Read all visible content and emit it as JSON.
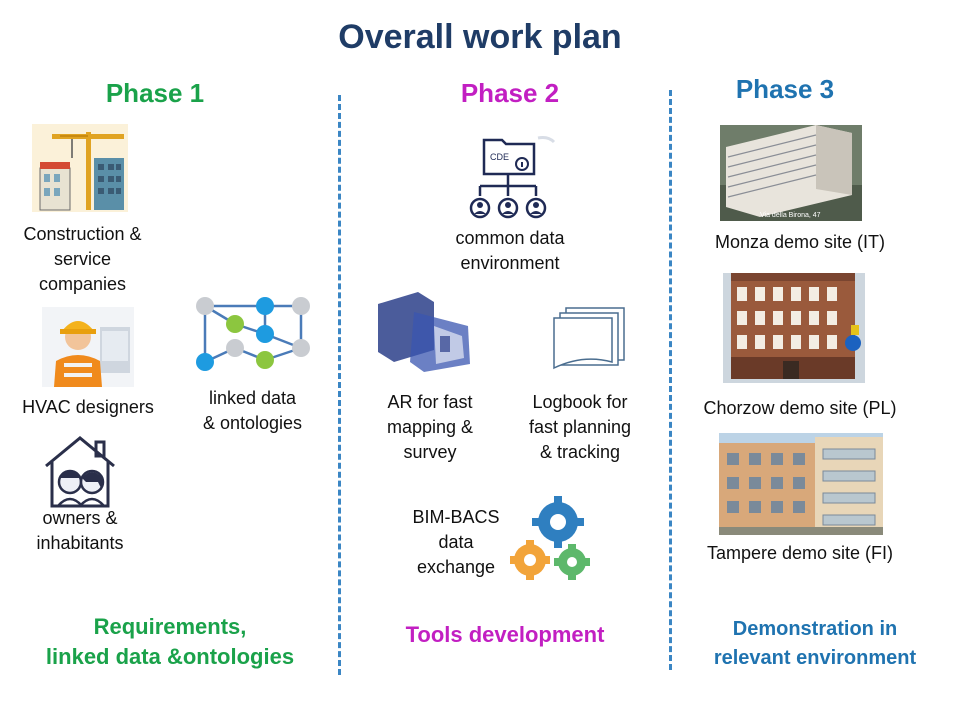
{
  "title": "Overall work plan",
  "colors": {
    "title": "#1f3c66",
    "phase1": "#1aa24a",
    "phase2": "#c21fc2",
    "phase3": "#1f73b0",
    "divider": "#3b86c4"
  },
  "phase1": {
    "heading": "Phase 1",
    "stakeholders": [
      {
        "label_lines": [
          "Construction  &",
          "service",
          "companies"
        ],
        "icon": "construction-crane-icon"
      },
      {
        "label_lines": [
          "HVAC  designers"
        ],
        "icon": "hvac-worker-icon"
      },
      {
        "label_lines": [
          "owners &",
          "inhabitants"
        ],
        "icon": "family-house-icon"
      }
    ],
    "linked": {
      "label_lines": [
        "linked data",
        "& ontologies"
      ],
      "icon": "linked-data-graph-icon"
    },
    "footer_lines": [
      "Requirements,",
      "linked data &ontologies"
    ]
  },
  "phase2": {
    "heading": "Phase 2",
    "cde": {
      "label_lines": [
        "common  data",
        "environment"
      ],
      "icon_text": "CDE",
      "icon": "cde-folder-network-icon"
    },
    "ar": {
      "label_lines": [
        "AR for fast",
        "mapping  &",
        "survey"
      ],
      "icon": "ar-headset-icon"
    },
    "logbook": {
      "label_lines": [
        "Logbook for",
        "fast planning",
        "& tracking"
      ],
      "icon": "logbook-pages-icon"
    },
    "bim": {
      "label_lines": [
        "BIM-BACS",
        "data",
        "exchange"
      ],
      "icon": "gears-icon"
    },
    "footer": "Tools development"
  },
  "phase3": {
    "heading": "Phase 3",
    "sites": [
      {
        "label": "Monza demo site (IT)",
        "photo": "monza-building-photo",
        "caption": "Via della Birona, 47"
      },
      {
        "label": "Chorzow demo site (PL)",
        "photo": "chorzow-building-photo"
      },
      {
        "label": "Tampere demo site (FI)",
        "photo": "tampere-building-photo"
      }
    ],
    "footer_lines": [
      "Demonstration in",
      "relevant environment"
    ]
  }
}
